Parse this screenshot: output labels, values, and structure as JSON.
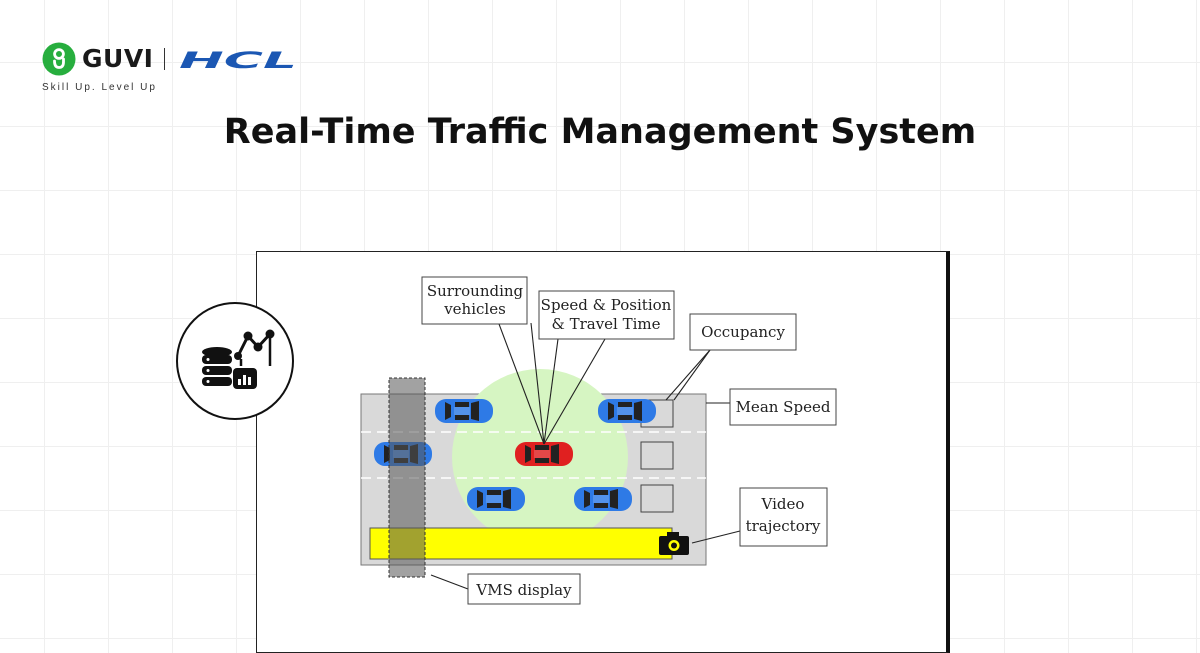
{
  "brand": {
    "name": "GUVI",
    "partner": "HCL",
    "tagline": "Skill Up. Level Up",
    "guvi_color": "#27ae3e",
    "hcl_color": "#1b57b3"
  },
  "title": "Real-Time Traffic Management System",
  "badge": {
    "icon": "database-analytics-icon"
  },
  "diagram": {
    "labels": {
      "surrounding_line1": "Surrounding",
      "surrounding_line2": "vehicles",
      "speed_line1": "Speed & Position",
      "speed_line2": "& Travel Time",
      "occupancy": "Occupancy",
      "mean_speed": "Mean Speed",
      "video_line1": "Video",
      "video_line2": "trajectory",
      "vms": "VMS display"
    },
    "colors": {
      "road": "#d9d9d9",
      "detection_zone": "#d6f5c2",
      "vms_strip": "#ffff00",
      "vms_pole": "#555555",
      "target_car": "#e02020",
      "other_car": "#2e7ae6"
    },
    "vehicles": [
      {
        "name": "car-lane1-left",
        "color": "blue"
      },
      {
        "name": "car-lane1-right",
        "color": "blue"
      },
      {
        "name": "car-lane2-left",
        "color": "blue"
      },
      {
        "name": "target-car",
        "color": "red"
      },
      {
        "name": "car-lane3-left",
        "color": "blue"
      },
      {
        "name": "car-lane3-right",
        "color": "blue"
      }
    ]
  }
}
